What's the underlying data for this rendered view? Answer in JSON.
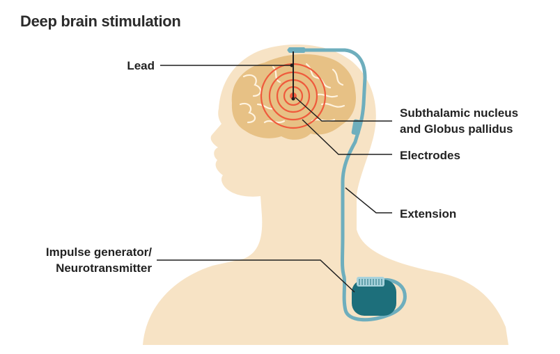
{
  "title": "Deep brain stimulation",
  "labels": {
    "lead": "Lead",
    "target_line1": "Subthalamic nucleus",
    "target_line2": "and Globus pallidus",
    "electrodes": "Electrodes",
    "extension": "Extension",
    "generator_line1": "Impulse generator/",
    "generator_line2": "Neurotransmitter"
  },
  "colors": {
    "skin": "#f7e3c5",
    "brain": "#e7c185",
    "lead_wire": "#6eaebd",
    "device": "#1d6f7b",
    "rings": "#ef5a3c",
    "leader_lines": "#1f1f1f"
  }
}
